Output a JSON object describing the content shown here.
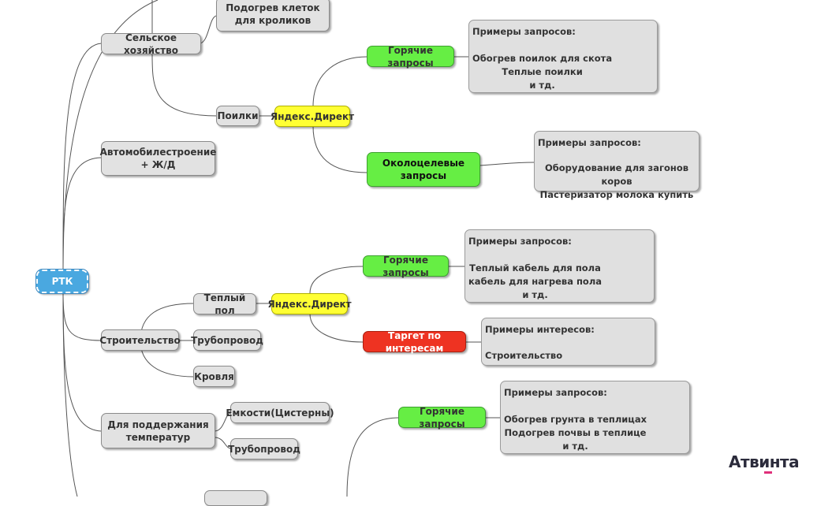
{
  "mindmap": {
    "root": "РТК",
    "branches": {
      "agriculture": "Сельское хозяйство",
      "rabbit_heating": "Подогрев клеток для кроликов",
      "drinkers": "Поилки",
      "auto_rail": "Автомобилестроение + Ж/Д",
      "construction": "Строительство",
      "warm_floor": "Теплый пол",
      "pipeline_1": "Трубопровод",
      "roofing": "Кровля",
      "temperature": "Для поддержания температур",
      "tanks": "Емкости(Цистерны)",
      "pipeline_2": "Трубопровод"
    },
    "yandex_direct_1": "Яндекс.Директ",
    "yandex_direct_2": "Яндекс.Директ",
    "hot_queries_1": "Горячие запросы",
    "near_target": "Околоцелевые запросы",
    "hot_queries_2": "Горячие запросы",
    "target_interests": "Таргет по интересам",
    "hot_queries_3": "Горячие запросы",
    "examples": {
      "ex1_title": "Примеры запросов:",
      "ex1_body": "Обогрев поилок для скота\nТеплые поилки\nи тд.",
      "ex2_title": "Примеры запросов:",
      "ex2_body": "Оборудование для загонов коров\nПастеризатор молока купить",
      "ex3_title": "Примеры запросов:",
      "ex3_body": "Теплый кабель для пола\nкабель для нагрева пола\nи тд.",
      "ex4_title": "Примеры интересов:",
      "ex4_body": "Строительство",
      "ex5_title": "Примеры запросов:",
      "ex5_body": "Обогрев грунта в теплицах\nПодогрев почвы в теплице\nи тд."
    }
  },
  "logo": "Атвинта",
  "colors": {
    "root": "#4aa8e0",
    "yandex": "#ffff33",
    "hot": "#66ee44",
    "target": "#ee3322",
    "neutral": "#e2e2e2"
  }
}
